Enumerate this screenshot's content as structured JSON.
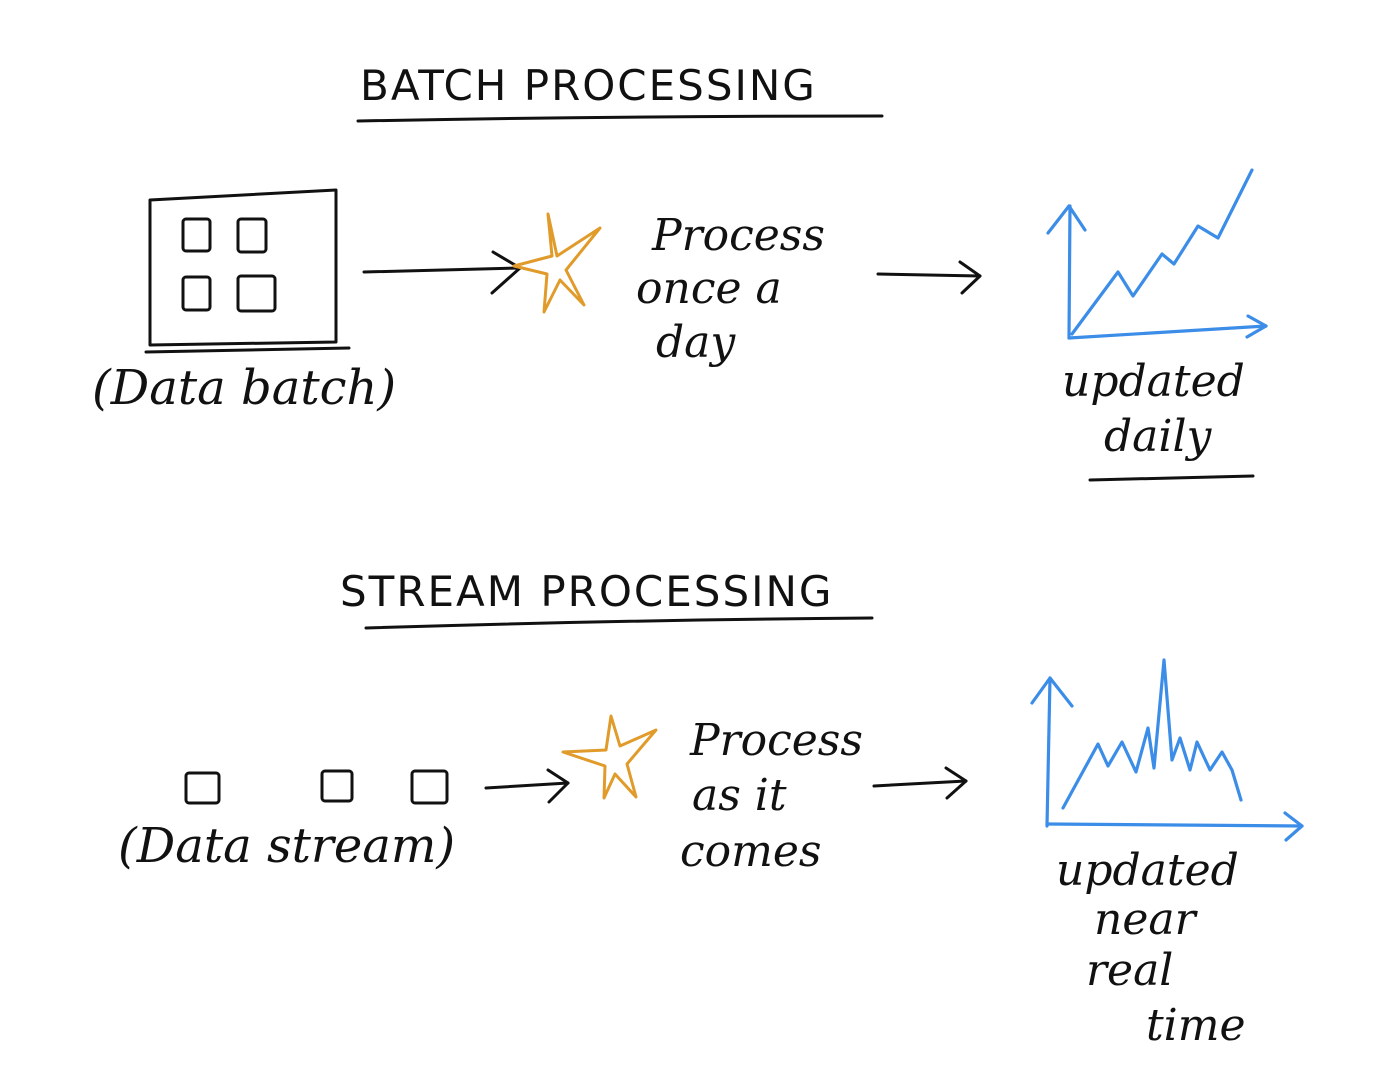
{
  "batch": {
    "heading": "BATCH PROCESSING",
    "source_label": "(Data batch)",
    "process_lines": [
      "Process",
      "once a",
      "day"
    ],
    "result_lines": [
      "updated",
      "daily"
    ]
  },
  "stream": {
    "heading": "STREAM PROCESSING",
    "source_label": "(Data stream)",
    "process_lines": [
      "Process",
      "as it",
      "comes"
    ],
    "result_lines": [
      "updated",
      "near",
      "real",
      "time"
    ]
  },
  "colors": {
    "ink": "#111111",
    "star": "#e09b2a",
    "chart": "#3b8de8"
  },
  "icons": {
    "process": "star-icon",
    "result": "line-chart-icon"
  }
}
